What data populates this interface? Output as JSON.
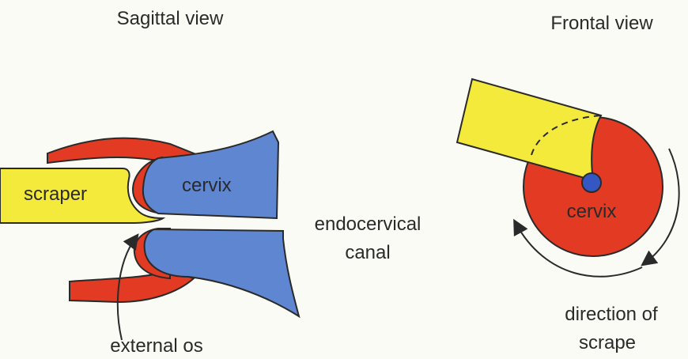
{
  "sagittal": {
    "title": "Sagittal view",
    "scraper_label": "scraper",
    "cervix_label": "cervix",
    "canal_label_line1": "endocervical",
    "canal_label_line2": "canal",
    "os_label": "external os"
  },
  "frontal": {
    "title": "Frontal view",
    "cervix_label": "cervix",
    "direction_line1": "direction of",
    "direction_line2": "scrape"
  },
  "colors": {
    "scraper": "#f4ea3b",
    "cervix_red": "#e23a23",
    "cervix_blue": "#5f86d0",
    "os_blue": "#3557c2",
    "ink": "#2a2a2a",
    "paper": "#fbfbf6"
  }
}
